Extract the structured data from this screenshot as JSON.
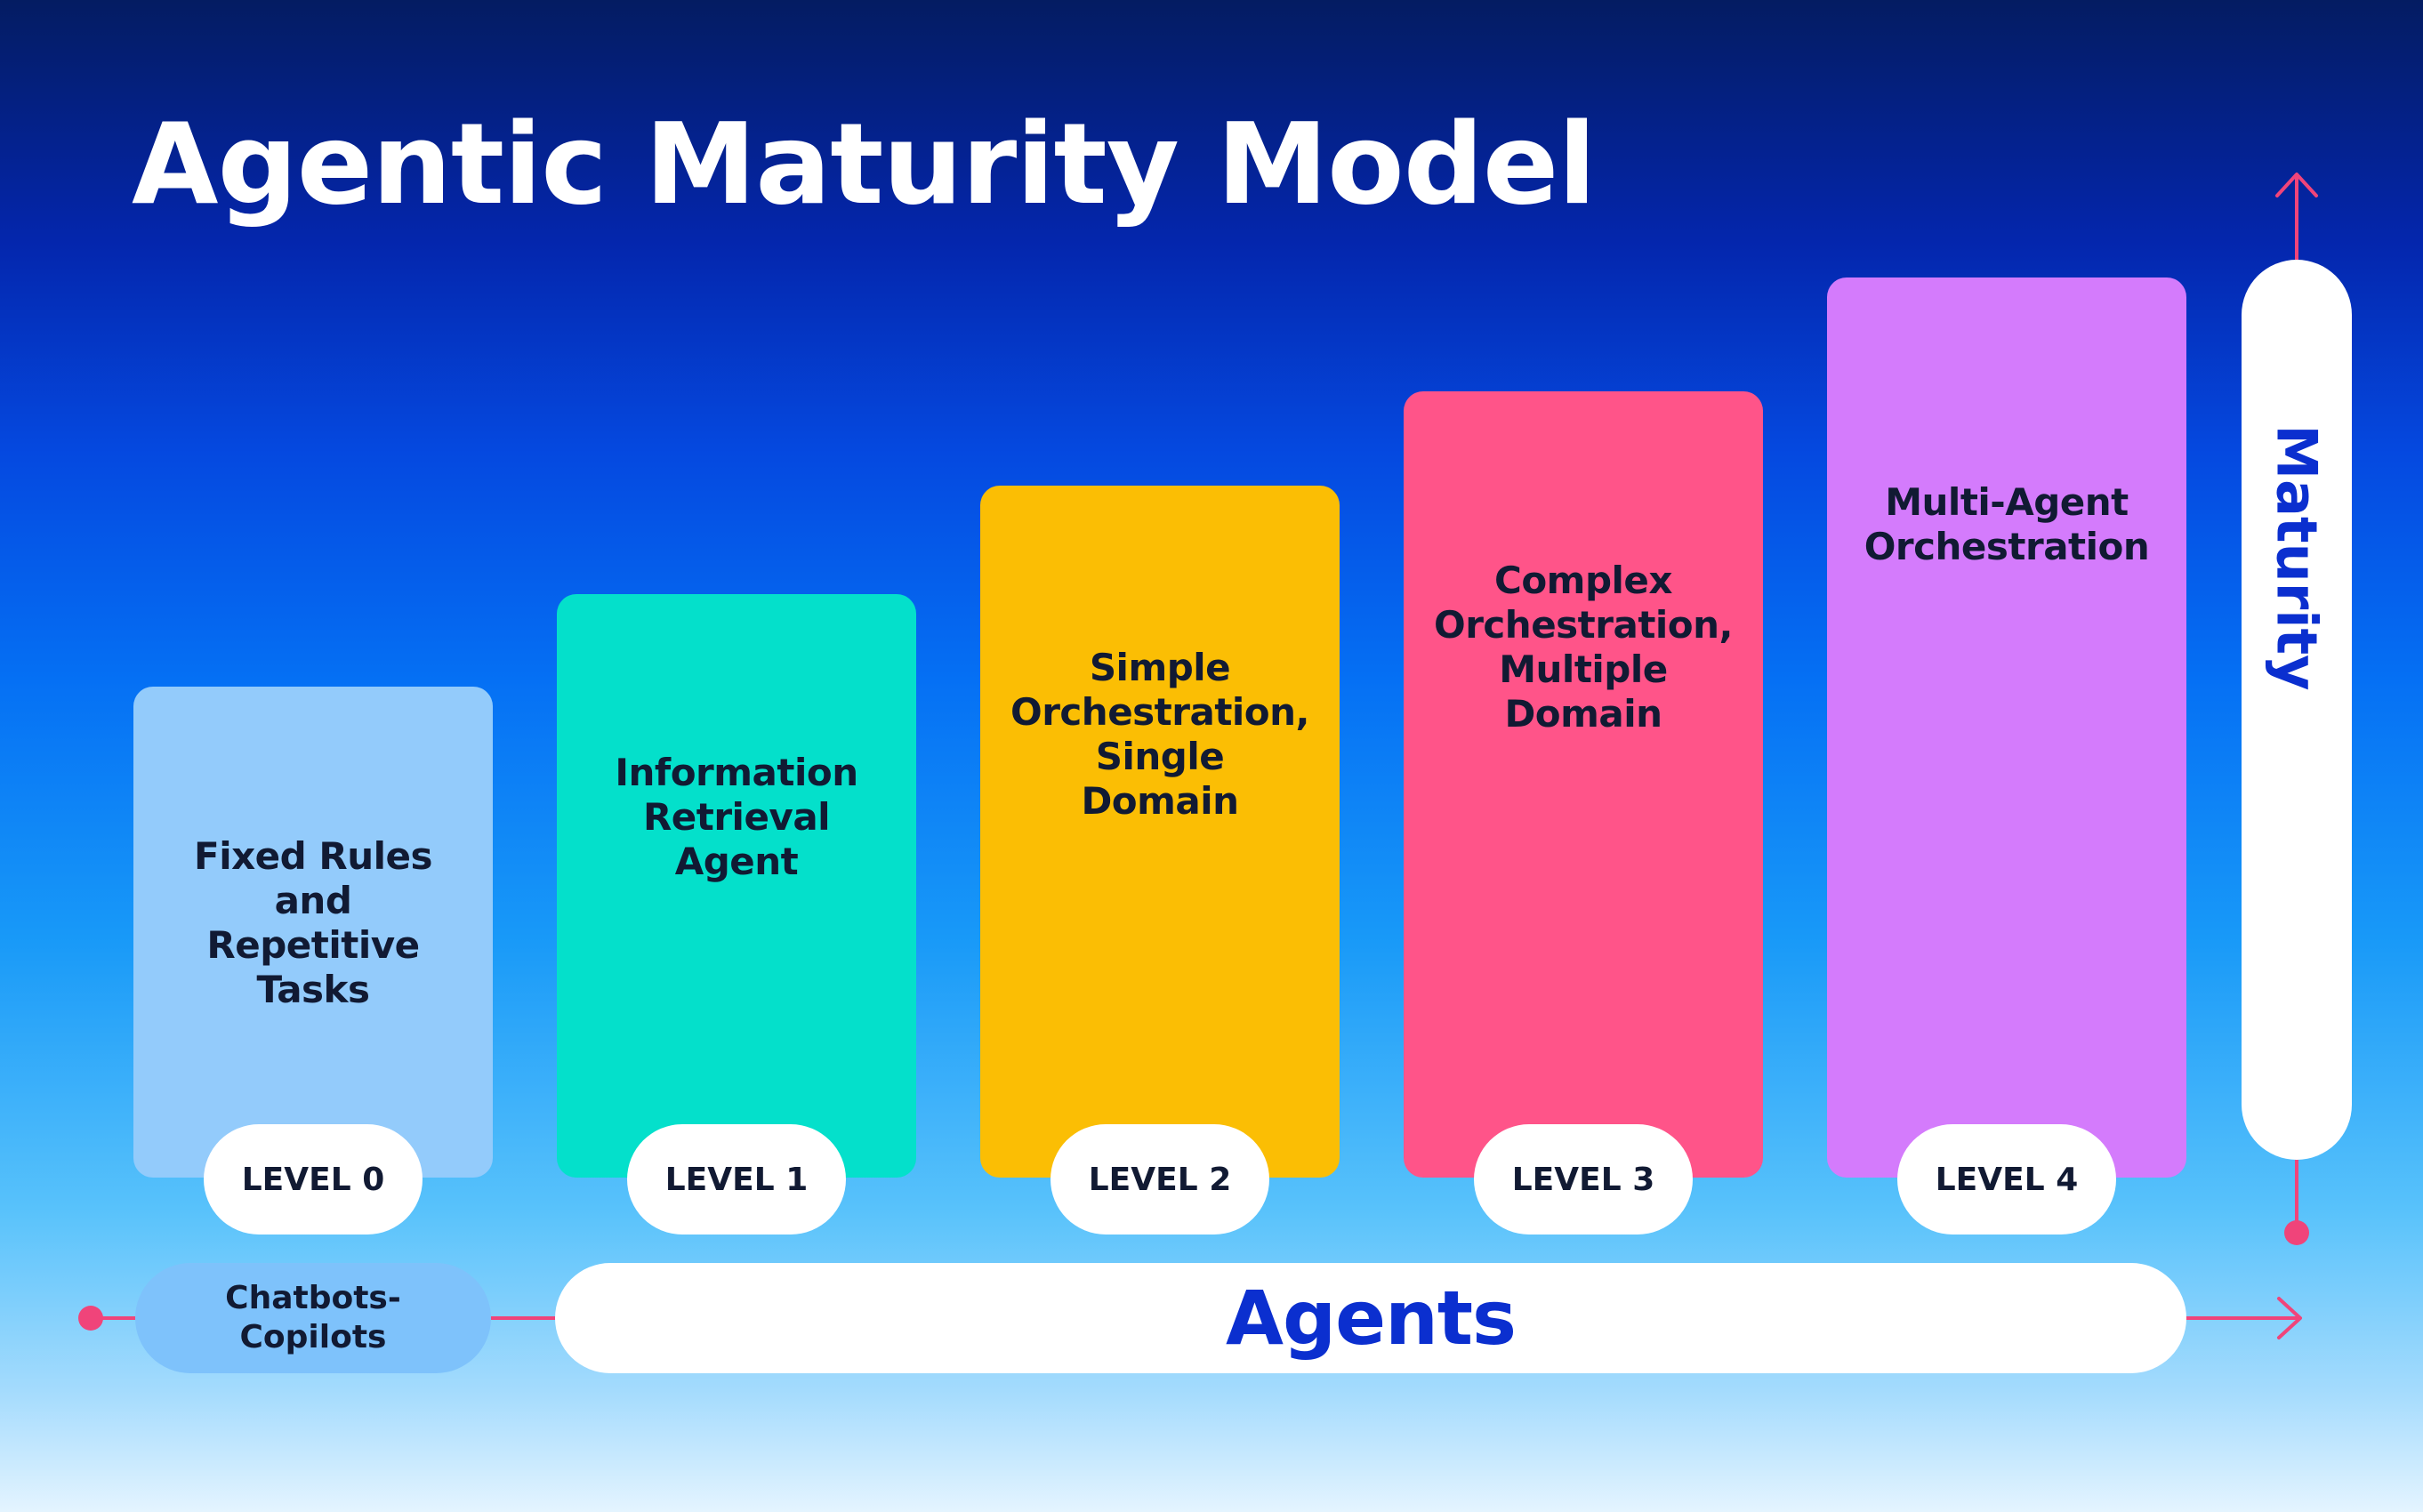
{
  "title": "Agentic Maturity Model",
  "levels": [
    {
      "label": "Fixed Rules\nand\nRepetitive\nTasks",
      "badge": "LEVEL 0",
      "color": "#93cbfb"
    },
    {
      "label": "Information\nRetrieval\nAgent",
      "badge": "LEVEL 1",
      "color": "#04e0cb"
    },
    {
      "label": "Simple\nOrchestration,\nSingle\nDomain",
      "badge": "LEVEL 2",
      "color": "#fbbe04"
    },
    {
      "label": "Complex\nOrchestration,\nMultiple\nDomain",
      "badge": "LEVEL 3",
      "color": "#ff5489"
    },
    {
      "label": "Multi-Agent\nOrchestration",
      "badge": "LEVEL 4",
      "color": "#d47bfc"
    }
  ],
  "horizontal_axis": {
    "start_label": "Chatbots-\nCopilots",
    "main_label": "Agents"
  },
  "vertical_axis": {
    "label": "Maturity"
  },
  "colors": {
    "arrow": "#f0447a",
    "accent_text": "#0b2fcf",
    "dark_text": "#111a33"
  }
}
